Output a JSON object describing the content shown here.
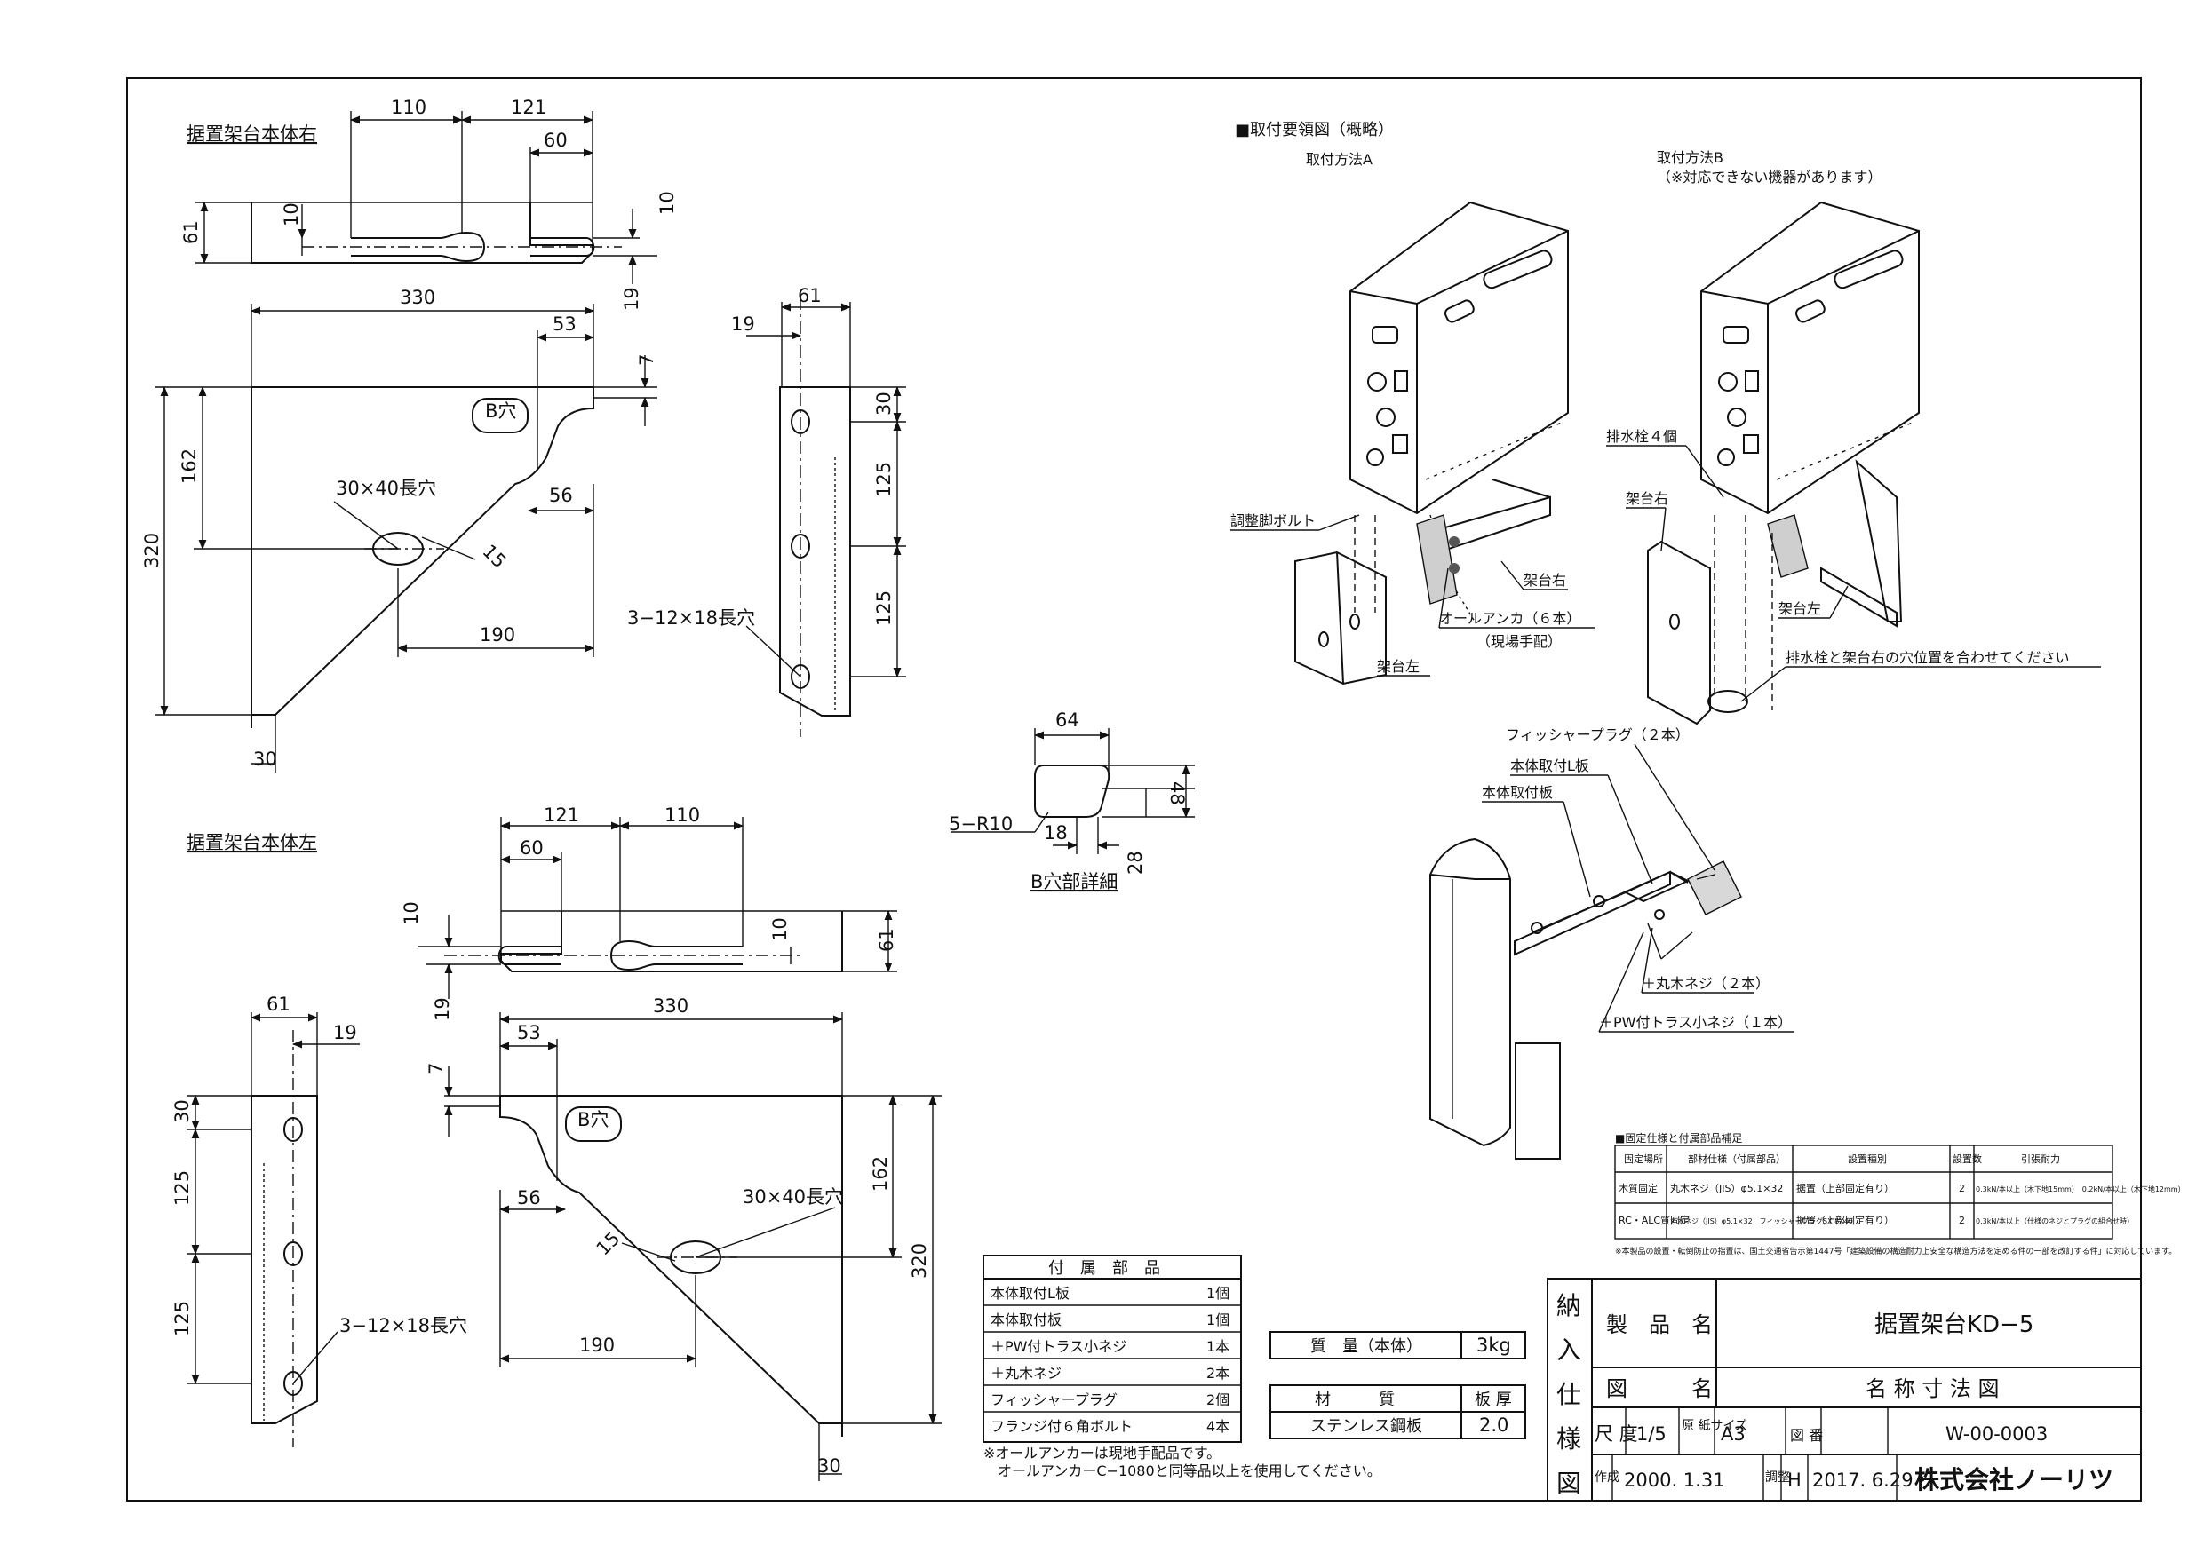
{
  "views": {
    "right_title": "据置架台本体右",
    "left_title": "据置架台本体左",
    "bhole_title": "B穴部詳細"
  },
  "dims": {
    "d110": "110",
    "d121": "121",
    "d60": "60",
    "d61": "61",
    "d10": "10",
    "d19": "19",
    "d330": "330",
    "d53": "53",
    "d7": "7",
    "d162": "162",
    "d320": "320",
    "d56": "56",
    "d190": "190",
    "d30": "30",
    "d15": "15",
    "d125": "125",
    "d64": "64",
    "d48": "48",
    "d18": "18",
    "d28": "28",
    "slot": "30×40長穴",
    "holes": "3−12×18長穴",
    "bhole": "B穴",
    "r10": "5−R10"
  },
  "install": {
    "title": "■取付要領図（概略）",
    "method_a": "取付方法A",
    "method_b": "取付方法B",
    "method_b_note": "（※対応できない機器があります）",
    "adj_bolt": "調整脚ボルト",
    "rack_right": "架台右",
    "rack_left": "架台左",
    "anchor": "オールアンカ（６本）",
    "anchor_note": "（現場手配）",
    "drain": "排水栓４個",
    "drain_align": "排水栓と架台右の穴位置を合わせてください",
    "plug": "フィッシャープラグ（２本）",
    "l_plate": "本体取付L板",
    "plate": "本体取付板",
    "wood_screw": "＋丸木ネジ（２本）",
    "pw_screw": "＋PW付トラス小ネジ（１本）"
  },
  "spec_table": {
    "title": "■固定仕様と付属部品補足",
    "headers": [
      "固定場所",
      "部材仕様（付属部品）",
      "設置種別",
      "設置数",
      "引張耐力"
    ],
    "rows": [
      [
        "木質固定",
        "丸木ネジ（JIS）φ5.1×32",
        "据置（上部固定有り）",
        "2",
        "0.3kN/本以上（木下地15mm）　0.2kN/本以上（木下地12mm）"
      ],
      [
        "RC・ALC質固定",
        "丸木ネジ（JIS）φ5.1×32　フィッシャープラグSX 8X40",
        "据置（上部固定有り）",
        "2",
        "0.3kN/本以上（仕様のネジとプラグの組合せ時）"
      ]
    ],
    "note": "※本製品の設置・転倒防止の指置は、国土交通省告示第1447号「建築設備の構造耐力上安全な構造方法を定める件の一部を改訂する件」に対応しています。"
  },
  "parts": {
    "title": "付　属　部　品",
    "rows": [
      {
        "name": "本体取付L板",
        "qty": "1個"
      },
      {
        "name": "本体取付板",
        "qty": "1個"
      },
      {
        "name": "＋PW付トラス小ネジ",
        "qty": "1本"
      },
      {
        "name": "＋丸木ネジ",
        "qty": "2本"
      },
      {
        "name": "フィッシャープラグ",
        "qty": "2個"
      },
      {
        "name": "フランジ付６角ボルト",
        "qty": "4本"
      }
    ],
    "note1": "※オールアンカーは現地手配品です。",
    "note2": "　オールアンカーC−1080と同等品以上を使用してください。"
  },
  "mass": {
    "label": "質　量（本体）",
    "value": "3kg"
  },
  "material": {
    "h1": "材　　　質",
    "h2": "板 厚",
    "v1": "ステンレス鋼板",
    "v2": "2.0"
  },
  "title_block": {
    "side": [
      "納",
      "入",
      "仕",
      "様",
      "図"
    ],
    "product_label": "製　品　名",
    "product": "据置架台KD−5",
    "drawing_label": "図　　　名",
    "drawing": "名 称 寸 法 図",
    "scale_label": "尺 度",
    "scale": "1/5",
    "paper_label": "原 紙サイズ",
    "paper": "A3",
    "no_label": "図 番",
    "no": "W-00-0003",
    "made_label": "作成",
    "made": "2000. 1.31",
    "adj_label": "調整",
    "adj_mark": "H",
    "adj": "2017. 6.29",
    "company": "株式会社ノーリツ"
  }
}
